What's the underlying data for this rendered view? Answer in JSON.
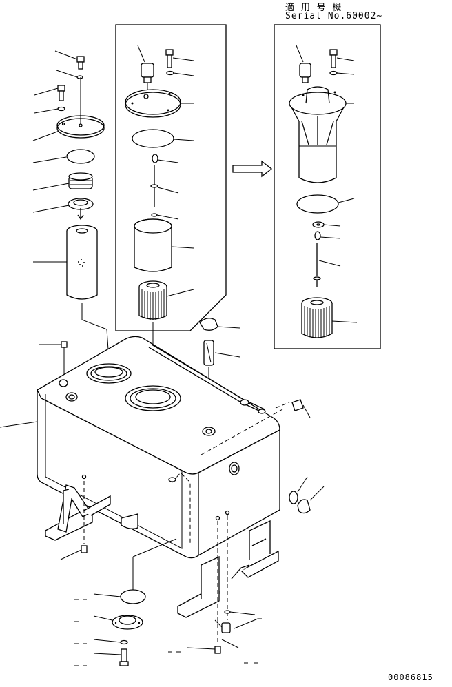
{
  "header": {
    "applicable_models": "適 用 号 機",
    "serial": "Serial No.60002~"
  },
  "footer": {
    "drawing_number": "00086815"
  }
}
